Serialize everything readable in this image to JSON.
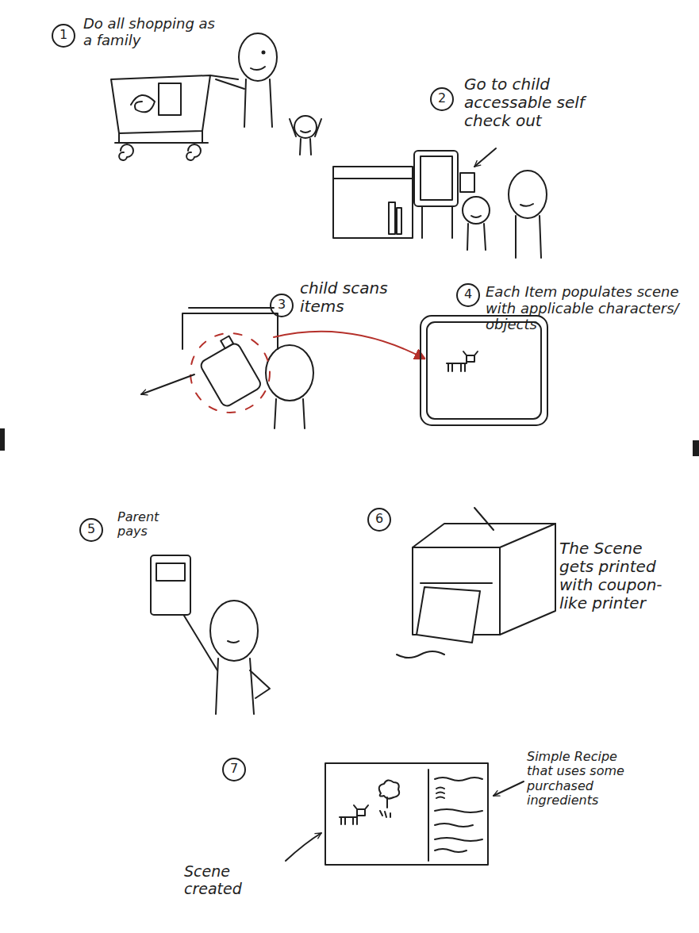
{
  "diagram": {
    "labels": [
      "1",
      "Do all shopping as a family",
      "2",
      "Go to child accessable self check out",
      "3",
      "child scans items",
      "4",
      "Each Item populates scene with applicable characters/ objects",
      "5",
      "Parent pays",
      "6",
      "The Scene gets printed with coupon-like printer",
      "7",
      "Scene created",
      "Simple Recipe that uses some purchased ingredients"
    ]
  }
}
